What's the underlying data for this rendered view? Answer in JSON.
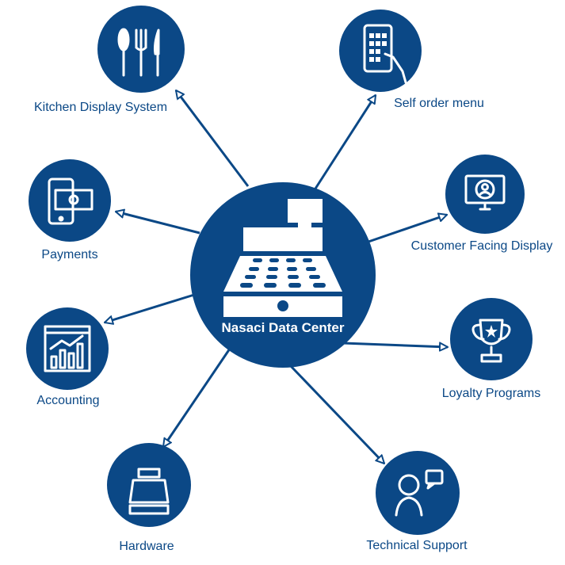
{
  "colors": {
    "brand": "#0b4886",
    "background": "#ffffff"
  },
  "center": {
    "label": "Nasaci Data Center",
    "icon": "cash-register-icon"
  },
  "nodes": [
    {
      "label": "Kitchen Display System",
      "icon": "cutlery-icon"
    },
    {
      "label": "Self order menu",
      "icon": "tablet-touch-icon"
    },
    {
      "label": "Payments",
      "icon": "phone-payment-icon"
    },
    {
      "label": "Customer Facing Display",
      "icon": "monitor-user-icon"
    },
    {
      "label": "Accounting",
      "icon": "growth-chart-icon"
    },
    {
      "label": "Loyalty Programs",
      "icon": "trophy-icon"
    },
    {
      "label": "Hardware",
      "icon": "cash-register-icon"
    },
    {
      "label": "Technical Support",
      "icon": "support-agent-icon"
    }
  ]
}
